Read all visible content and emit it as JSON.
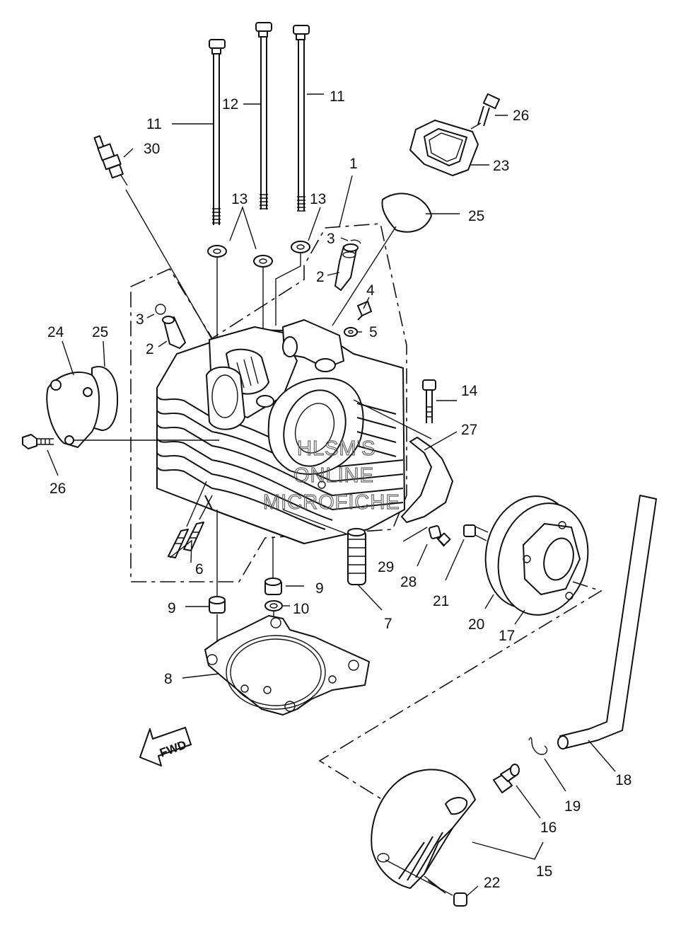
{
  "watermark": {
    "line1": "HLSM'S",
    "line2": "ONLINE",
    "line3": "MICROFICHE"
  },
  "fwd_label": "FWD",
  "callouts": {
    "c1": "1",
    "c2a": "2",
    "c2b": "2",
    "c3a": "3",
    "c3b": "3",
    "c4": "4",
    "c5": "5",
    "c6": "6",
    "c7": "7",
    "c8": "8",
    "c9a": "9",
    "c9b": "9",
    "c10": "10",
    "c11a": "11",
    "c11b": "11",
    "c12": "12",
    "c13a": "13",
    "c13b": "13",
    "c14": "14",
    "c15": "15",
    "c16": "16",
    "c17": "17",
    "c18": "18",
    "c19": "19",
    "c20": "20",
    "c21": "21",
    "c22": "22",
    "c23": "23",
    "c24": "24",
    "c25a": "25",
    "c25b": "25",
    "c26a": "26",
    "c26b": "26",
    "c27": "27",
    "c28": "28",
    "c29": "29",
    "c30": "30"
  }
}
